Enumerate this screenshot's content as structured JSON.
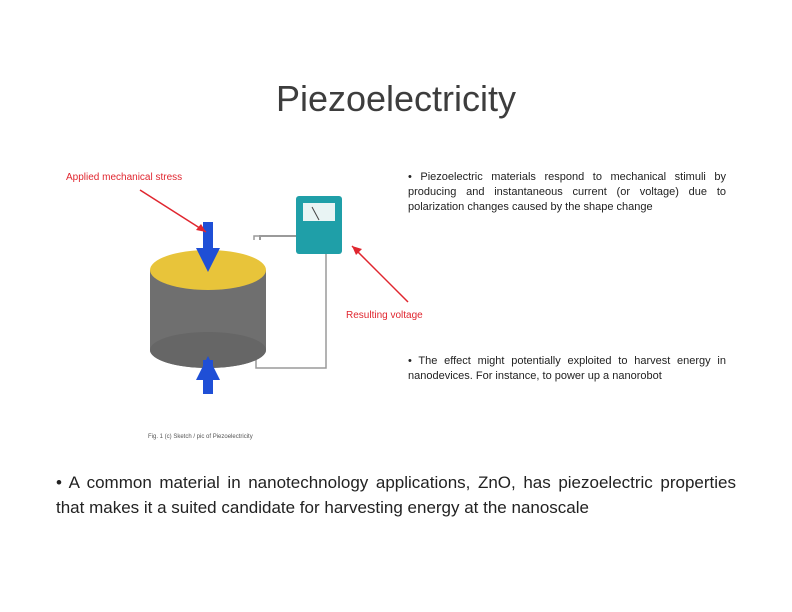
{
  "slide": {
    "title": "Piezoelectricity",
    "diagram": {
      "applied_stress_label": "Applied mechanical stress",
      "voltage_label": "Resulting voltage",
      "caption": "Fig. 1 (c) Sketch / pic of Piezoelectricity",
      "colors": {
        "disk_top": "#e8c43a",
        "disk_side": "#707070",
        "arrow": "#1f4fd6",
        "meter_body": "#1f9fa8",
        "label_red": "#e0262f",
        "wire": "#9a9a9a"
      },
      "icons": [
        "piezo-disk-icon",
        "voltmeter-icon",
        "stress-arrow-icon"
      ]
    },
    "bullets_right": [
      "• Piezoelectric materials respond to mechanical stimuli by producing and instantaneous current (or voltage) due to polarization changes caused by the shape change",
      "• The effect might potentially exploited to harvest energy in nanodevices. For instance, to power up a nanorobot"
    ],
    "bullet_bottom": "• A common material in nanotechnology applications, ZnO, has piezoelectric properties that makes it a suited candidate for harvesting energy at the nanoscale"
  }
}
